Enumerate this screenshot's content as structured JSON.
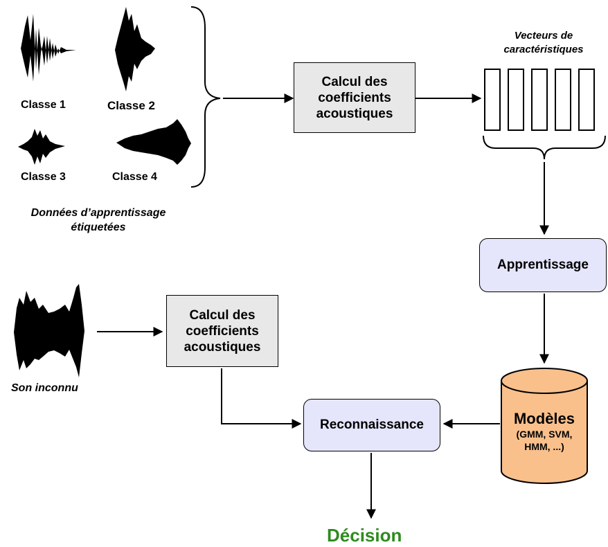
{
  "training": {
    "classes": [
      "Classe 1",
      "Classe 2",
      "Classe 3",
      "Classe 4"
    ],
    "caption_line1": "Données d’apprentissage",
    "caption_line2": "étiquetées"
  },
  "feature_box_top": {
    "line1": "Calcul des",
    "line2": "coefficients",
    "line3": "acoustiques"
  },
  "vectors": {
    "caption_line1": "Vecteurs de",
    "caption_line2": "caractéristiques",
    "count": 5
  },
  "learning": {
    "label": "Apprentissage"
  },
  "unknown": {
    "caption": "Son inconnu"
  },
  "feature_box_bottom": {
    "line1": "Calcul des",
    "line2": "coefficients",
    "line3": "acoustiques"
  },
  "recognition": {
    "label": "Reconnaissance"
  },
  "models": {
    "title": "Modèles",
    "line1": "(GMM, SVM,",
    "line2": "HMM, ...)"
  },
  "decision": {
    "label": "Décision"
  },
  "colors": {
    "box_gray": "#e8e8e8",
    "box_lavender": "#e5e5fb",
    "cylinder_orange": "#f9c08c",
    "decision_green": "#2e8b1e"
  }
}
